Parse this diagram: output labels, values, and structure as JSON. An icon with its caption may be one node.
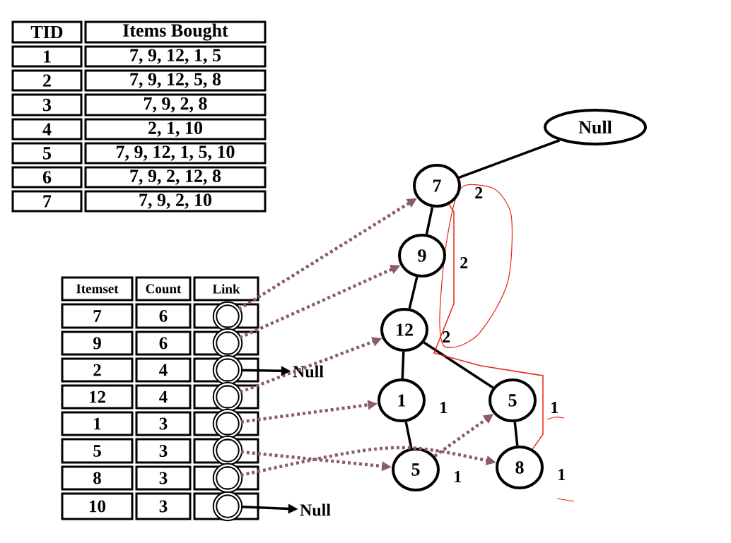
{
  "diagram": {
    "nodes": [
      {
        "text": [],
        "shape": "circle"
      },
      {
        "text": [],
        "shape": "circle"
      },
      {
        "text": [],
        "shape": "circle"
      },
      {
        "text": [],
        "shape": "circle"
      },
      {
        "text": [],
        "shape": "circle"
      },
      {
        "text": [],
        "shape": "circle"
      },
      {
        "text": [],
        "shape": "circle"
      },
      {
        "text": [],
        "shape": "circle"
      },
      {
        "text": [
          "Null"
        ]
      },
      {
        "text": [
          "Null"
        ]
      },
      {
        "text": [
          "Null"
        ]
      },
      {
        "text": [
          "7"
        ],
        "beside": [
          "2"
        ]
      },
      {
        "text": [
          "9"
        ],
        "beside": [
          "2"
        ]
      },
      {
        "text": [
          "12"
        ],
        "beside": [
          "2"
        ]
      },
      {
        "text": [
          "1"
        ],
        "beside": [
          "1"
        ]
      },
      {
        "text": [
          "5"
        ],
        "beside": [
          "1"
        ]
      },
      {
        "text": [
          "5"
        ],
        "beside": [
          "1"
        ]
      },
      {
        "text": [
          "8"
        ],
        "beside": [
          "1"
        ]
      }
    ],
    "edges": [
      {
        "from": 10,
        "to": 11,
        "arrow": "none"
      },
      {
        "from": 11,
        "to": 12,
        "arrow": "none"
      },
      {
        "from": 12,
        "to": 13,
        "arrow": "none"
      },
      {
        "from": 13,
        "to": 14,
        "arrow": "none"
      },
      {
        "from": 13,
        "to": 15,
        "arrow": "none"
      },
      {
        "from": 14,
        "to": 16,
        "arrow": "none"
      },
      {
        "from": 15,
        "to": 17,
        "arrow": "none"
      },
      {
        "from": 0,
        "to": 11,
        "arrow": "to",
        "style": "dashed",
        "color": "#8b5a6e"
      },
      {
        "from": 1,
        "to": 12,
        "arrow": "to",
        "style": "dashed",
        "color": "#8b5a6e"
      },
      {
        "from": 3,
        "to": 13,
        "arrow": "to",
        "style": "dashed",
        "color": "#8b5a6e"
      },
      {
        "from": 4,
        "to": 14,
        "arrow": "to",
        "style": "dashed",
        "color": "#8b5a6e"
      },
      {
        "from": 5,
        "to": 16,
        "arrow": "to",
        "style": "dashed",
        "color": "#8b5a6e"
      },
      {
        "from": 16,
        "to": 15,
        "arrow": "to",
        "style": "dashed",
        "color": "#8b5a6e"
      },
      {
        "from": 6,
        "to": 17,
        "arrow": "to",
        "style": "dashed",
        "color": "#8b5a6e"
      },
      {
        "from": 2,
        "to": 8,
        "arrow": "to"
      },
      {
        "from": 7,
        "to": 9,
        "arrow": "to"
      },
      {
        "from": 11,
        "to": 17,
        "arrow": "none",
        "color": "#e62814"
      }
    ],
    "labels": [
      "TID",
      "Items Bought",
      "1",
      "7, 9, 12, 1, 5",
      "2",
      "7, 9, 12, 5, 8",
      "3",
      "7, 9, 2, 8",
      "4",
      "2, 1, 10",
      "5",
      "7, 9, 12, 1, 5, 10",
      "6",
      "7, 9, 2, 12, 8",
      "7",
      "7, 9, 2, 10",
      "Itemset",
      "Count",
      "Link",
      "7",
      "6",
      "9",
      "6",
      "2",
      "4",
      "12",
      "4",
      "1",
      "3",
      "5",
      "3",
      "8",
      "3",
      "10",
      "3"
    ]
  }
}
